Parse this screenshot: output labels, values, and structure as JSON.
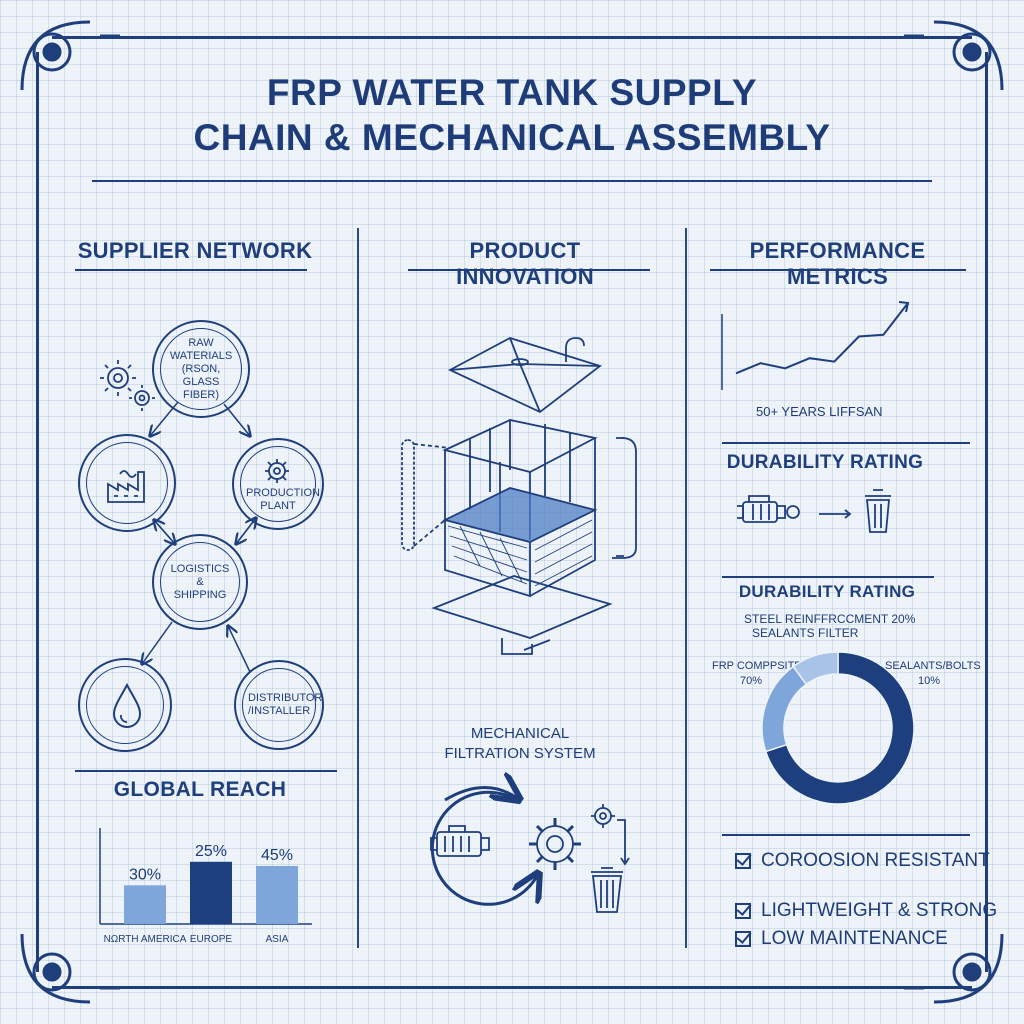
{
  "title": {
    "line1": "FRP WATER TANK SUPPLY",
    "line2": "CHAIN & MECHANICAL ASSEMBLY"
  },
  "supplier_network": {
    "heading": "SUPPLIER NETWORK",
    "nodes": {
      "raw": "RAW WATERIALS (RSON, GLASS FIBER)",
      "production": "PRODUCTION PLANT",
      "logistics": "LOGISTICS & SHIPPING",
      "distributor": "DISTRIBUTOR /INSTALLER"
    }
  },
  "global_reach": {
    "heading": "GLOBAL REACH"
  },
  "product_innovation": {
    "heading": "PRODUCT INNOVATION",
    "filtration_label_line1": "MECHANICAL",
    "filtration_label_line2": "FILTRATION SYSTEM"
  },
  "performance_metrics": {
    "heading": "PERFORMANCE METRICS",
    "lifespan_label": "50+ YEARS LIFFSAN",
    "durability_heading_1": "DURABILITY RATING",
    "durability_heading_2": "DURABILITY RATING",
    "steel_label": "STEEL REINFFRCCMENT 20%",
    "sealants_filter_label": "SEALANTS FILTER",
    "frp_label_line1": "FRP COMPPSITE",
    "frp_label_line2": "70%",
    "sealants_label_line1": "SEALANTS/BOLTS",
    "sealants_label_line2": "10%"
  },
  "features": [
    "COROOSION RESISTANT",
    "LIGHTWEIGHT & STRONG",
    "LOW MAINTENANCE"
  ],
  "colors": {
    "ink": "#1f3f7c",
    "dark_bar": "#1d3f7e",
    "light_bar": "#7fa6db",
    "background": "#eef3f9"
  },
  "chart_data": [
    {
      "type": "bar",
      "title": "GLOBAL REACH",
      "categories": [
        "NORTH AMERICA",
        "EUROPE",
        "ASIA"
      ],
      "category_labels": [
        "NΩRTH AMERICA",
        "EUROPE",
        "ASIA"
      ],
      "values": [
        30,
        25,
        45
      ],
      "value_labels": [
        "30%",
        "25%",
        "45%"
      ],
      "colors": [
        "#7fa6db",
        "#1d3f7e",
        "#7fa6db"
      ]
    },
    {
      "type": "line",
      "title": "",
      "x": [
        0,
        1,
        2,
        3,
        4,
        5,
        6,
        7
      ],
      "y": [
        1.0,
        1.6,
        1.3,
        1.9,
        1.7,
        3.2,
        3.3,
        5.2
      ],
      "grid": false
    },
    {
      "type": "pie",
      "categories": [
        "FRP COMPOSITE",
        "STEEL REINFORCEMENT",
        "SEALANTS/BOLTS"
      ],
      "values": [
        70,
        20,
        10
      ],
      "colors": [
        "#1d3f7e",
        "#7fa6db",
        "#a9c3e8"
      ]
    }
  ]
}
